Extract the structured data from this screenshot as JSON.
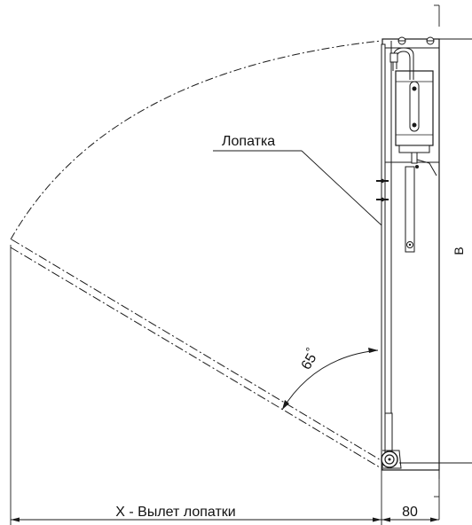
{
  "labels": {
    "blade": "Лопатка",
    "angle_value": "65",
    "angle_unit": "°",
    "dimension_b": "B",
    "dimension_x": "X - Вылет лопатки",
    "dimension_80": "80"
  },
  "colors": {
    "line": "#1a1a1a",
    "background": "#ffffff"
  },
  "angle_degrees": 65
}
